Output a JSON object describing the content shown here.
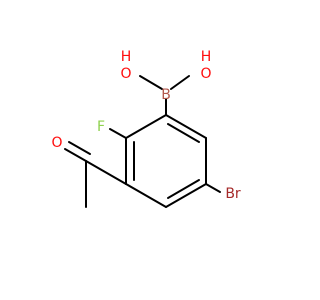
{
  "molecule": {
    "atoms": [
      {
        "id": "O1",
        "label": "O",
        "color": "#ff0d0d"
      },
      {
        "id": "H1",
        "label": "H",
        "color": "#ff0d0d"
      },
      {
        "id": "O2",
        "label": "O",
        "color": "#ff0d0d"
      },
      {
        "id": "H2",
        "label": "H",
        "color": "#ff0d0d"
      },
      {
        "id": "B",
        "label": "B",
        "color": "#b3594d"
      },
      {
        "id": "F",
        "label": "F",
        "color": "#8fd14f"
      },
      {
        "id": "Br",
        "label": "Br",
        "color": "#a52a2a"
      },
      {
        "id": "O3",
        "label": "O",
        "color": "#ff0d0d"
      }
    ],
    "bond_color": "#000000"
  }
}
